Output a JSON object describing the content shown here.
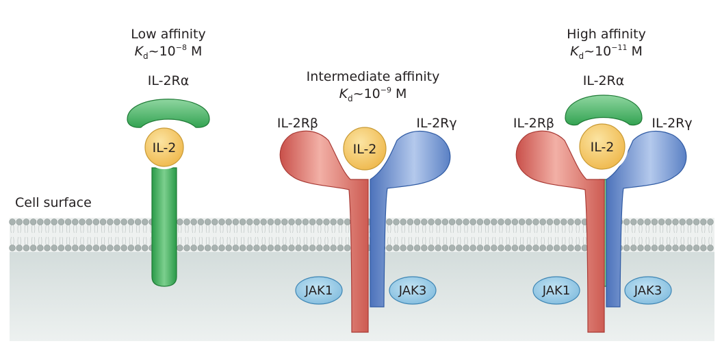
{
  "cell_surface_label": "Cell surface",
  "ligand_label": "IL-2",
  "jak1_label": "JAK1",
  "jak3_label": "JAK3",
  "alpha_label": "IL-2Rα",
  "beta_label": "IL-2Rβ",
  "gamma_label": "IL-2Rγ",
  "low": {
    "title": "Low affinity",
    "kd_symbol": "K",
    "kd_sub": "d",
    "kd_base": "~10",
    "kd_exp": "−8",
    "kd_unit": " M"
  },
  "intermediate": {
    "title": "Intermediate affinity",
    "kd_symbol": "K",
    "kd_sub": "d",
    "kd_base": "~10",
    "kd_exp": "−9",
    "kd_unit": " M"
  },
  "high": {
    "title": "High affinity",
    "kd_symbol": "K",
    "kd_sub": "d",
    "kd_base": "~10",
    "kd_exp": "−11",
    "kd_unit": " M"
  },
  "colors": {
    "alpha_green": "#3aa655",
    "beta_red": "#d9675e",
    "gamma_blue": "#5f86c8",
    "il2_yellow": "#f3c664",
    "jak_blue": "#8fc7e4",
    "membrane_bead": "#a9b3b1",
    "cytoplasm": "#dfe5e4"
  }
}
